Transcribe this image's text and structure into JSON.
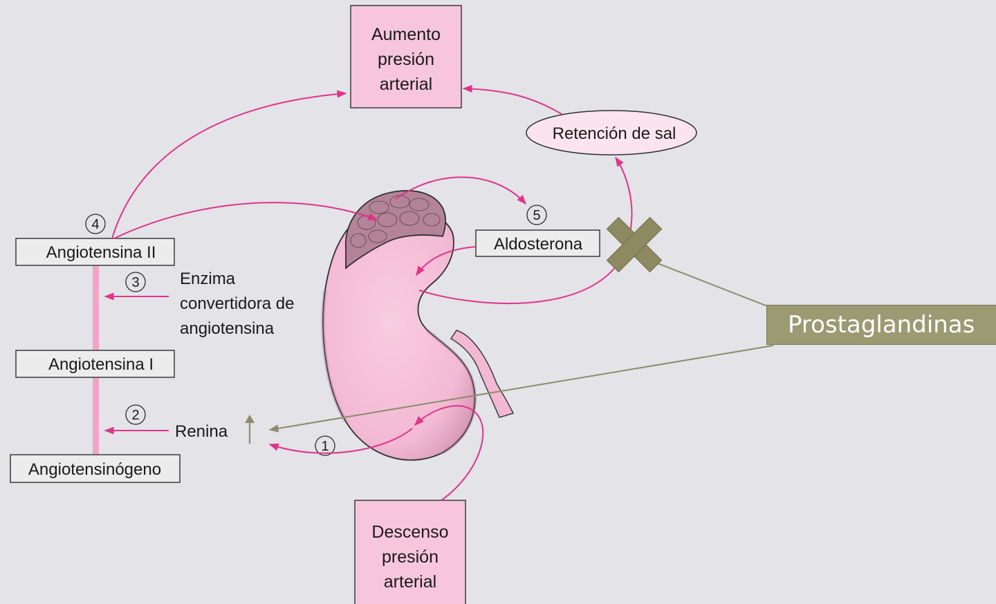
{
  "top_box": {
    "line1": "Aumento",
    "line2": "presión",
    "line3": "arterial"
  },
  "bottom_box": {
    "line1": "Descenso",
    "line2": "presión",
    "line3": "arterial"
  },
  "retention": "Retención de sal",
  "aldosterone": "Aldosterona",
  "angiotensin2": "Angiotensina II",
  "angiotensin1": "Angiotensina I",
  "angiotensinogen": "Angiotensinógeno",
  "enzyme": {
    "line1": "Enzima",
    "line2": "convertidora de",
    "line3": "angiotensina"
  },
  "renin": "Renina",
  "steps": {
    "s1": "1",
    "s2": "2",
    "s3": "3",
    "s4": "4",
    "s5": "5"
  },
  "prostaglandins": "Prostaglandinas",
  "colors": {
    "background": "#e3e3e8",
    "pink_box": "#f7c6dc",
    "arrow_magenta": "#e0338a",
    "kidney": "#f5bcd6",
    "adrenal": "#b38497",
    "olive": "#9c9a72"
  },
  "icons": {
    "block_mark": "x-cross-icon",
    "renin_increase": "arrow-up-icon"
  }
}
